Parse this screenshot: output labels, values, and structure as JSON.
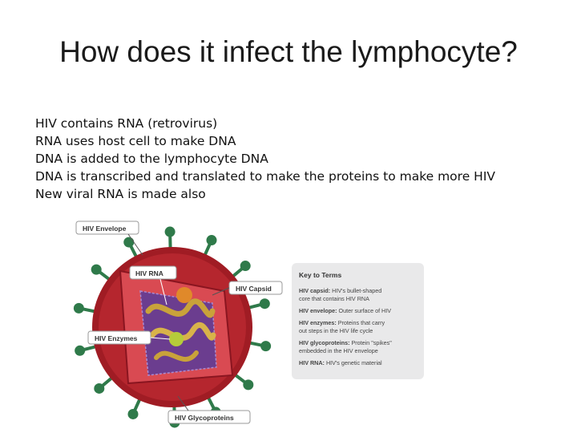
{
  "slide": {
    "title": "How does it infect the lymphocyte?",
    "bullets": [
      "HIV contains RNA (retrovirus)",
      "RNA uses host cell to make DNA",
      "DNA is added to the lymphocyte DNA",
      "DNA is transcribed and translated to make the proteins to make more HIV",
      "New viral RNA is made also"
    ]
  },
  "diagram": {
    "labels": {
      "envelope": "HIV Envelope",
      "rna": "HIV RNA",
      "capsid": "HIV Capsid",
      "enzymes": "HIV Enzymes",
      "glycoproteins": "HIV Glycoproteins"
    },
    "key": {
      "title": "Key to Terms",
      "items": [
        {
          "term": "HIV capsid:",
          "line1": " HIV's bullet-shaped",
          "line2": "core that contains HIV RNA"
        },
        {
          "term": "HIV envelope:",
          "line1": " Outer surface of HIV",
          "line2": ""
        },
        {
          "term": "HIV enzymes:",
          "line1": " Proteins that carry",
          "line2": "out steps in the HIV life cycle"
        },
        {
          "term": "HIV glycoproteins:",
          "line1": " Protein \"spikes\"",
          "line2": "embedded in the HIV envelope"
        },
        {
          "term": "HIV RNA:",
          "line1": " HIV's genetic material",
          "line2": ""
        }
      ]
    },
    "colors": {
      "envelope": "#a01c24",
      "interior": "#c8323a",
      "spike": "#2f7a4a",
      "capsid": "#6b3d8f",
      "rna": "#c9a23a",
      "enzyme_orange": "#e0892a",
      "enzyme_green": "#b5cc3a"
    }
  }
}
